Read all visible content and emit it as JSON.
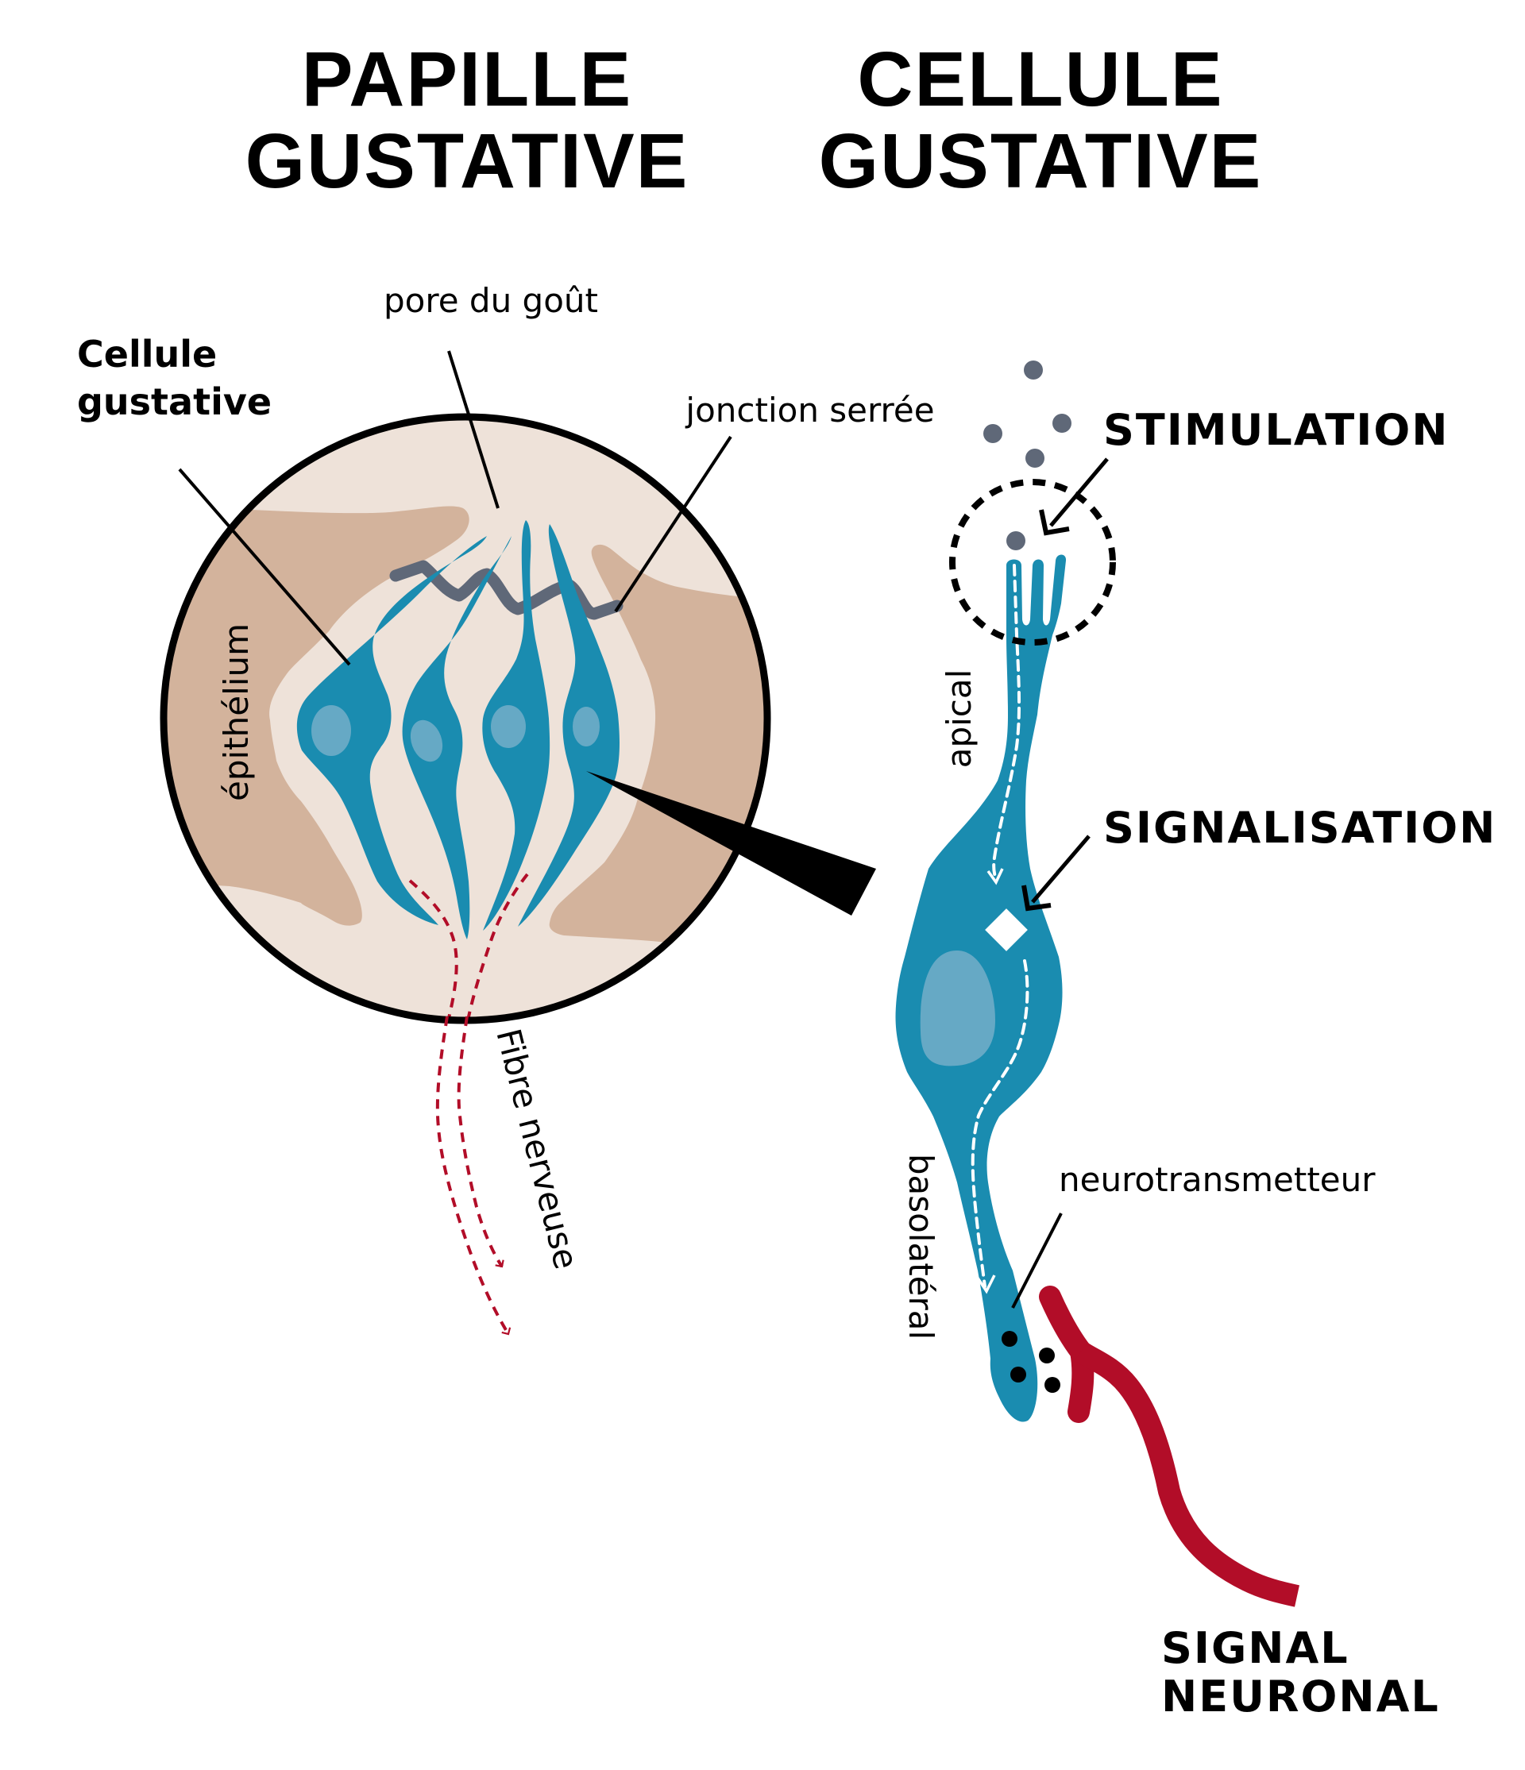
{
  "titles": {
    "left": [
      "PAPILLE",
      "GUSTATIVE"
    ],
    "right": [
      "CELLULE",
      "GUSTATIVE"
    ]
  },
  "papilla": {
    "labels": {
      "taste_cell": [
        "Cellule",
        "gustative"
      ],
      "taste_pore": "pore du goût",
      "tight_junction": "jonction serrée",
      "epithelium": "épithélium",
      "nerve_fiber": "Fibre nerveuse"
    }
  },
  "cell": {
    "labels": {
      "stimulation": "STIMULATION",
      "signalisation": "SIGNALISATION",
      "apical": "apical",
      "basolateral": "basolatéral",
      "neurotransmitter": "neurotransmetteur",
      "neural_signal": [
        "SIGNAL",
        "NEURONAL"
      ]
    }
  },
  "colors": {
    "cell_teal": "#1A8CB0",
    "nucleus_blue": "#66A9C5",
    "papilla_beige": "#EEE2D9",
    "epithelium_tan": "#D3B39C",
    "junction_gray": "#5F6878",
    "tastant_gray": "#5F6878",
    "nerve_red": "#B20D28",
    "outline_black": "#000000"
  }
}
